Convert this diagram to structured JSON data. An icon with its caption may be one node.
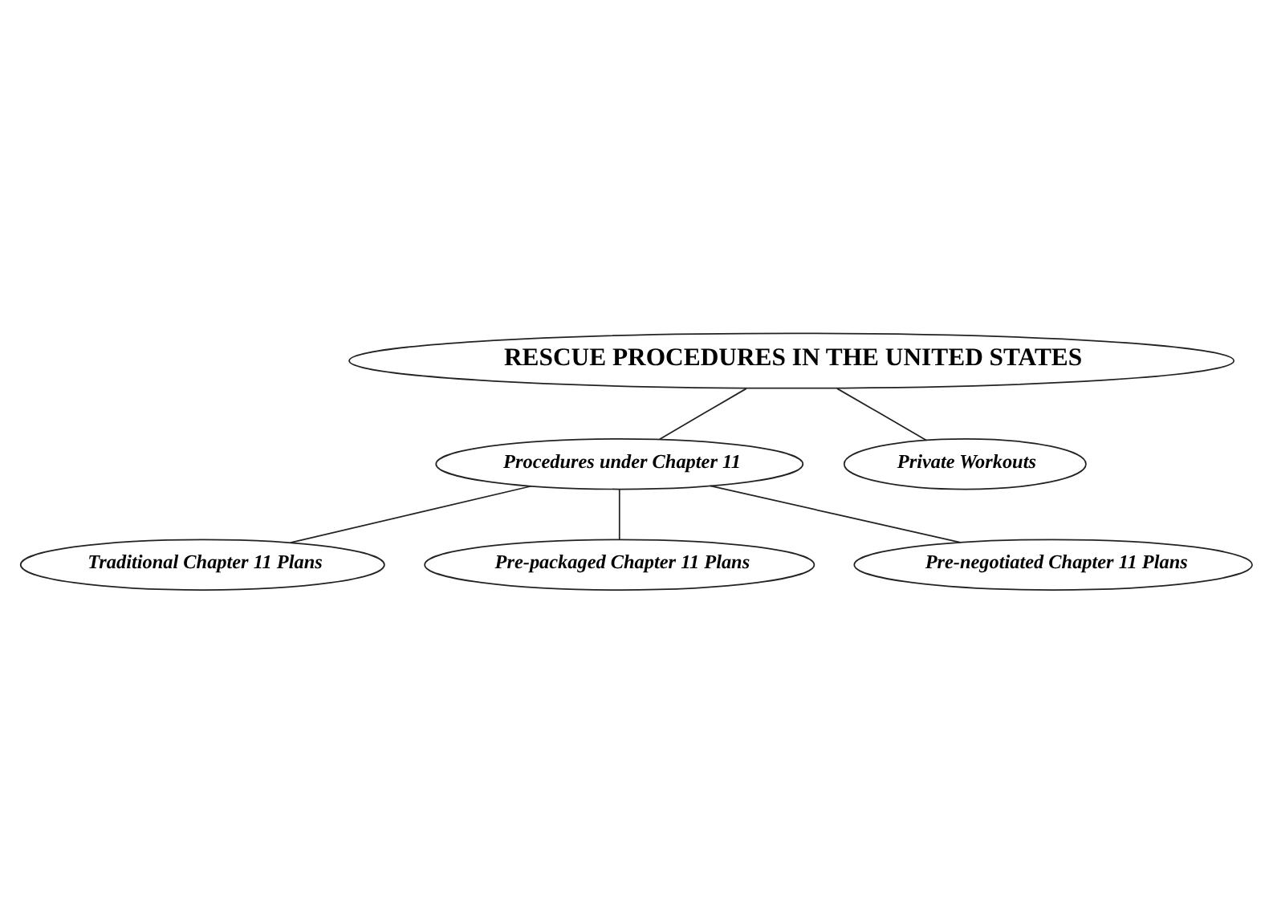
{
  "diagram": {
    "nodes": [
      {
        "text": [
          "RESCUE PROCEDURES IN THE UNITED STATES"
        ]
      },
      {
        "text": [
          "Procedures under Chapter 11"
        ]
      },
      {
        "text": [
          "Private Workouts"
        ]
      },
      {
        "text": [
          "Traditional Chapter 11 Plans"
        ]
      },
      {
        "text": [
          "Pre-packaged Chapter 11 Plans"
        ]
      },
      {
        "text": [
          "Pre-negotiated Chapter 11 Plans"
        ]
      }
    ],
    "edges": [
      {
        "from": 0,
        "to": 1,
        "arrow": "none"
      },
      {
        "from": 0,
        "to": 2,
        "arrow": "none"
      },
      {
        "from": 1,
        "to": 3,
        "arrow": "none"
      },
      {
        "from": 1,
        "to": 4,
        "arrow": "none"
      },
      {
        "from": 1,
        "to": 5,
        "arrow": "none"
      }
    ]
  }
}
